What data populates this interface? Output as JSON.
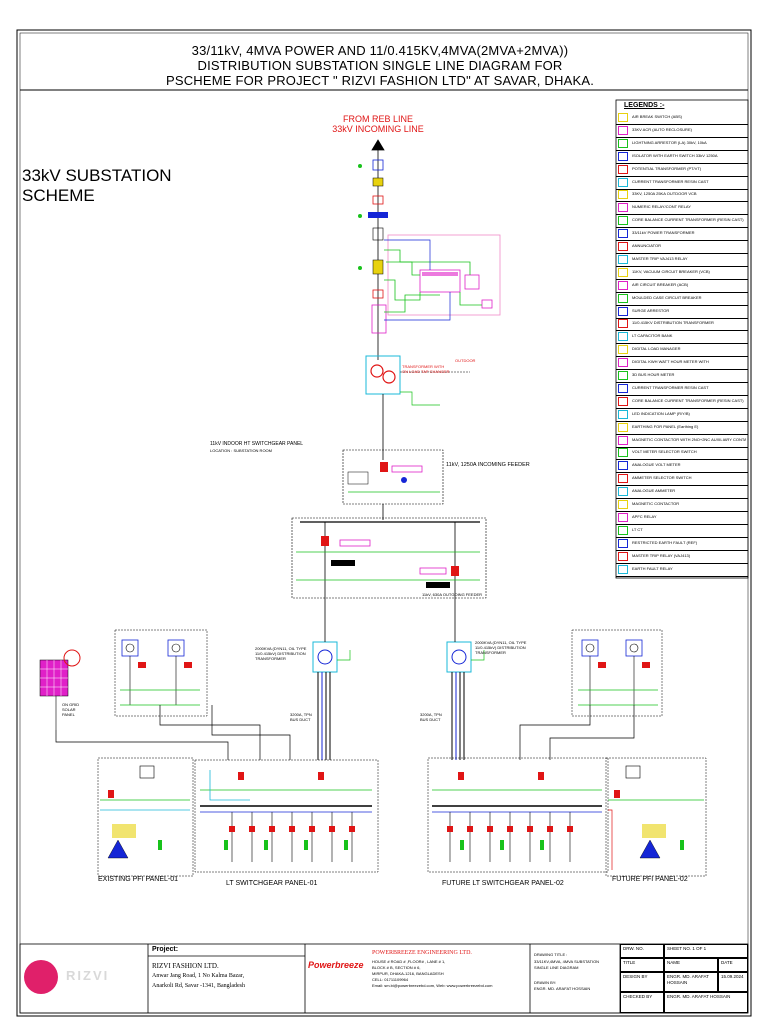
{
  "title": {
    "line1": "33/11kV, 4MVA POWER AND 11/0.415KV,4MVA(2MVA+2MVA))",
    "line2": "DISTRIBUTION SUBSTATION SINGLE LINE DIAGRAM FOR",
    "line3": "PSCHEME FOR PROJECT \" RIZVI FASHION LTD\" AT SAVAR, DHAKA."
  },
  "scheme_label": {
    "line1": "33kV SUBSTATION",
    "line2": "SCHEME"
  },
  "incoming": {
    "line1": "FROM REB LINE",
    "line2": "33kV INCOMING LINE"
  },
  "labels": {
    "outdoor": "OUTDOOR",
    "indoor_panel": "11kV INDOOR HT SWITCHGEAR PANEL",
    "location": "LOCATION : SUBSTATION ROOM",
    "incoming_feeder": "11kV, 1250A INCOMING FEEDER",
    "outgoing_feeder": "11kV, 630A OUTGOING FEEDER",
    "transformer_spec": "TRANSFORMER WITH ON LOAD TAP CHANGER",
    "tr1": "2000KVA (DYN11, OIL TYPE 11/0.415kV) DISTRIBUTION TRANSFORMER",
    "tr2": "2000KVA (DYN11, OIL TYPE 11/0.415kV) DISTRIBUTION TRANSFORMER",
    "busduct1": "3200A, TPN BUS DUCT",
    "busduct2": "3200A, TPN BUS DUCT",
    "solar": "ON GRID SOLAR PANEL",
    "existing_pfi": "EXISTING PFI PANEL-01",
    "lt_panel_1": "LT SWITCHGEAR PANEL-01",
    "future_lt_panel": "FUTURE LT SWITCHGEAR PANEL-02",
    "future_pfi": "FUTURE PFI PANEL-02"
  },
  "legend": {
    "title": "LEGENDS :-",
    "items": [
      "AIR BREAK SWITCH (ABS)",
      "33KV ACR (AUTO RECLOSURE)",
      "LIGHTNING ARRESTOR (LA) 30kV, 10kA",
      "ISOLATOR WITH EARTH SWITCH 33kV 1250A",
      "POTENTIAL TRANSFORMER (PT/VT)",
      "CURRENT TRANSFORMER RESIN CAST",
      "33KV, 1250A 25KA OUTDOOR VCB",
      "NUMERIC RELAY/CONT RELAY",
      "CORE BALANCE CURRENT TRANSFORMER (RESIN CAST)",
      "33/11kV POWER TRANSFORMER",
      "ANNUNCIATOR",
      "MASTER TRIP VAJ413 RELAY",
      "11KV, VACUUM CIRCUIT BREAKER (VCB)",
      "AIR CIRCUIT BREAKER (ACB)",
      "MOULDED CASE CIRCUIT BREAKER",
      "SURGE ARRESTOR",
      "11/0.415KV DISTRIBUTION TRANSFORMER",
      "LT CAPACITOR BANK",
      "DIGITAL LOAD MANAGER",
      "DIGITAL KWH WATT HOUR METER WITH",
      "3D BUS HOUR METER",
      "CURRENT TRANSFORMER RESIN CAST",
      "CORE BALANCE CURRENT TRANSFORMER (RESIN CAST)",
      "LED INDICATION LAMP (R/Y/B)",
      "EARTHING FOR PANEL (Earthing E)",
      "MAGNETIC CONTACTOR WITH 2NO+2NC AUXILIARY CONTACT BLOCK",
      "VOLT METER SELECTOR SWITCH",
      "ANALOGUE VOLT METER",
      "AMMETER SELECTOR SWITCH",
      "ANALOGUE AMMETER",
      "MAGNETIC CONTACTOR",
      "APFC RELAY",
      "LT CT",
      "RESTRICTED EARTH FAULT (REF)",
      "MASTER TRIP RELAY (VAJ413)",
      "EARTH FAULT RELAY"
    ]
  },
  "title_block": {
    "project_label": "Project:",
    "client_name": "RIZVI FASHION LTD.",
    "client_addr1": "Anwar Jang Road, 1 No Kalma Bazar,",
    "client_addr2": "Anarkoli Rd, Savar -1341, Bangladesh",
    "company_logo_text": "Powerbreeze",
    "company_name": "POWERBREEZE ENGINEERING LTD.",
    "company_addr1": "HOUSE # ROAD # ,FLOOR# , LANE # 1,",
    "company_addr2": "BLOCK # B, SECTION # 6,",
    "company_addr3": "MIRPUR, DHAKA-1216, BANGLADESH",
    "company_phone": "CELL: 01711109964",
    "company_email": "Email: sm.bi@powerbreezebd.com, Web: www.powerbreezebd.com",
    "drawing_title_label": "DRAWING TITLE :",
    "drawing_title_1": "33/11KV,4MVA, 4MVA SUBSTATION",
    "drawing_title_2": "SINGLE LINE DIAGRAM",
    "drawn_by_label": "DRAWN BY:",
    "drawn_by": "ENGR. MD. ARAFAT HOSSAIN",
    "drw_no_label": "DRW. NO.",
    "sheet_no_label": "SHEET NO. 1 OF 1",
    "title_label": "TITLE",
    "name_label": "NAME",
    "date_label": "DATE",
    "design_by_label": "DESIGN BY",
    "design_by": "ENGR. MD. ARAFAT HOSSAIN",
    "date": "15.09.2024",
    "checked_by_label": "CHECKED BY",
    "checked_by": "ENGR. MD. ARAFAT HOSSAIN",
    "left_logo_text": "RIZVI"
  },
  "colors": {
    "red": "#e01515",
    "green": "#18c21b",
    "cyan": "#1ab8d8",
    "blue": "#1526d6",
    "magenta": "#e020c8",
    "yellow": "#e8d20f",
    "pink": "#f08ac8"
  }
}
